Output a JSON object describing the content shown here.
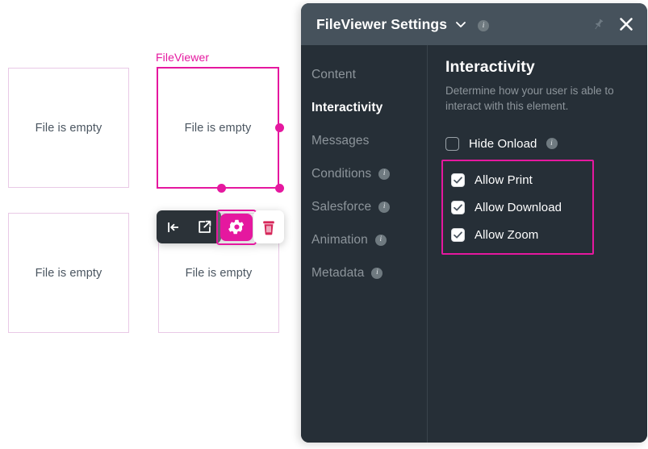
{
  "canvas": {
    "elements": [
      {
        "id": "box-top-left",
        "label": "",
        "text": "File is empty",
        "selected": false
      },
      {
        "id": "box-top-center",
        "label": "FileViewer",
        "text": "File is empty",
        "selected": true
      },
      {
        "id": "box-bottom-left",
        "label": "",
        "text": "File is empty",
        "selected": false
      },
      {
        "id": "box-bottom-center",
        "label": "",
        "text": "File is empty",
        "selected": false
      }
    ],
    "element_toolbar": {
      "buttons": [
        {
          "name": "collapse-left-icon",
          "label": ""
        },
        {
          "name": "open-external-icon",
          "label": ""
        },
        {
          "name": "gear-icon",
          "label": ""
        },
        {
          "name": "trash-icon",
          "label": ""
        }
      ]
    }
  },
  "panel": {
    "header": {
      "title": "FileViewer Settings",
      "chevron": "chevron-down-icon",
      "info": "i",
      "pin": "pin-icon",
      "close": "✕"
    },
    "nav": {
      "items": [
        {
          "label": "Content",
          "active": false,
          "info": false
        },
        {
          "label": "Interactivity",
          "active": true,
          "info": false
        },
        {
          "label": "Messages",
          "active": false,
          "info": false
        },
        {
          "label": "Conditions",
          "active": false,
          "info": true
        },
        {
          "label": "Salesforce",
          "active": false,
          "info": true
        },
        {
          "label": "Animation",
          "active": false,
          "info": true
        },
        {
          "label": "Metadata",
          "active": false,
          "info": true
        }
      ]
    },
    "content": {
      "title": "Interactivity",
      "description": "Determine how your user is able to interact with this element.",
      "options": [
        {
          "label": "Hide Onload",
          "checked": false,
          "info": true,
          "highlighted": false
        },
        {
          "label": "Allow Print",
          "checked": true,
          "info": false,
          "highlighted": true
        },
        {
          "label": "Allow Download",
          "checked": true,
          "info": false,
          "highlighted": true
        },
        {
          "label": "Allow Zoom",
          "checked": true,
          "info": false,
          "highlighted": true
        }
      ],
      "info_badge_text": "i"
    }
  },
  "colors": {
    "accent_magenta": "#e5189f",
    "panel_body": "#262f37",
    "panel_header": "#46525c",
    "nav_inactive": "#8d959b",
    "trash_red": "#d6275a",
    "box_border": "#e9c9e6"
  }
}
